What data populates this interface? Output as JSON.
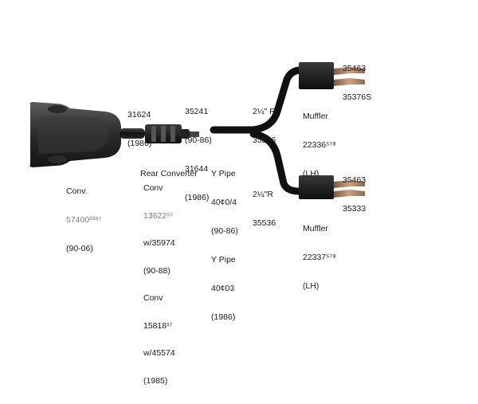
{
  "diagram": {
    "components": [
      {
        "id": "manifold",
        "name": "converter-body-icon"
      },
      {
        "id": "rear-converter",
        "name": "rear-converter-icon"
      },
      {
        "id": "y-pipe",
        "name": "y-pipe-icon"
      },
      {
        "id": "muffler-top",
        "name": "muffler-top-icon"
      },
      {
        "id": "muffler-bottom",
        "name": "muffler-bottom-icon"
      }
    ],
    "labels": {
      "conv_main": {
        "line1": "Conv.",
        "line2": "57400³³⁹⁷",
        "line3": "(90-06)"
      },
      "pipe_31624": {
        "line1": "31624",
        "line2": "(1986)"
      },
      "rear_converter": {
        "line1": "Rear Converter"
      },
      "pipe_35241": {
        "line1": "35241",
        "line2": "(90-86)",
        "line3": "31644",
        "line4": "(1986)"
      },
      "conv_right": {
        "line1": "Conv",
        "line2": "13622⁵⁷",
        "line3": "w/35974",
        "line4": "(90-88)",
        "line5": "Conv",
        "line6": "15818¹⁷",
        "line7": "w/45574",
        "line8": "(1985)"
      },
      "y_pipe": {
        "line1": "Y Pipe",
        "line2": "40¢0/4",
        "line3": "(90-86)",
        "line4": "Y Pipe",
        "line5": "40¢03",
        "line6": "(1986)"
      },
      "size_top": {
        "line1": "2¼\" R",
        "line2": "35536"
      },
      "size_bottom": {
        "line1": "2¼\"R",
        "line2": "35536"
      },
      "muffler_top": {
        "line1": "Muffler",
        "line2": "22336⁵⁷⁸",
        "line3": "(LH)"
      },
      "muffler_bottom": {
        "line1": "Muffler",
        "line2": "22337⁵⁷⁸",
        "line3": "(LH)"
      },
      "tail_top": {
        "line1": "35463",
        "line2": "35376S"
      },
      "tail_bottom": {
        "line1": "35463",
        "line2": "35333"
      }
    }
  }
}
